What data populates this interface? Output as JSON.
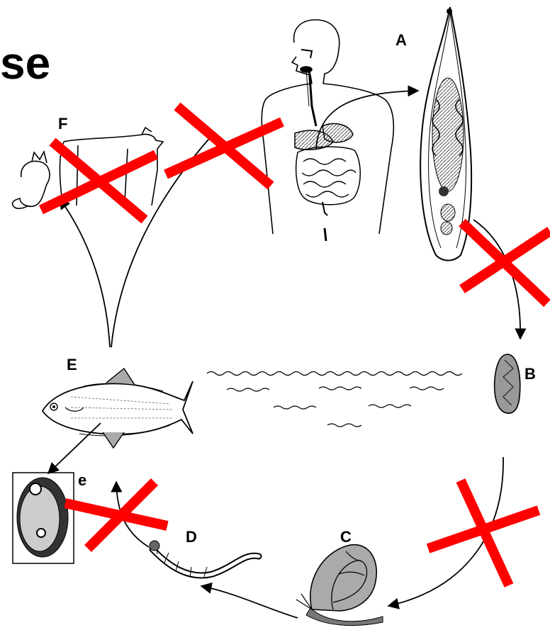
{
  "heading_fragment": "se",
  "labels": {
    "A": "A",
    "B": "B",
    "C": "C",
    "D": "D",
    "E": "E",
    "e": "e",
    "F": "F"
  },
  "colors": {
    "ink": "#000000",
    "cross": "#ff0000",
    "shade": "#888888"
  },
  "icons": {
    "host": "human-torso-icon",
    "adult_worm": "adult-fluke-icon",
    "egg": "egg-icon",
    "snail": "snail-icon",
    "cercaria": "cercaria-icon",
    "fish": "fish-icon",
    "metacercaria": "metacercaria-icon",
    "reservoir": "cat-dog-icon"
  }
}
